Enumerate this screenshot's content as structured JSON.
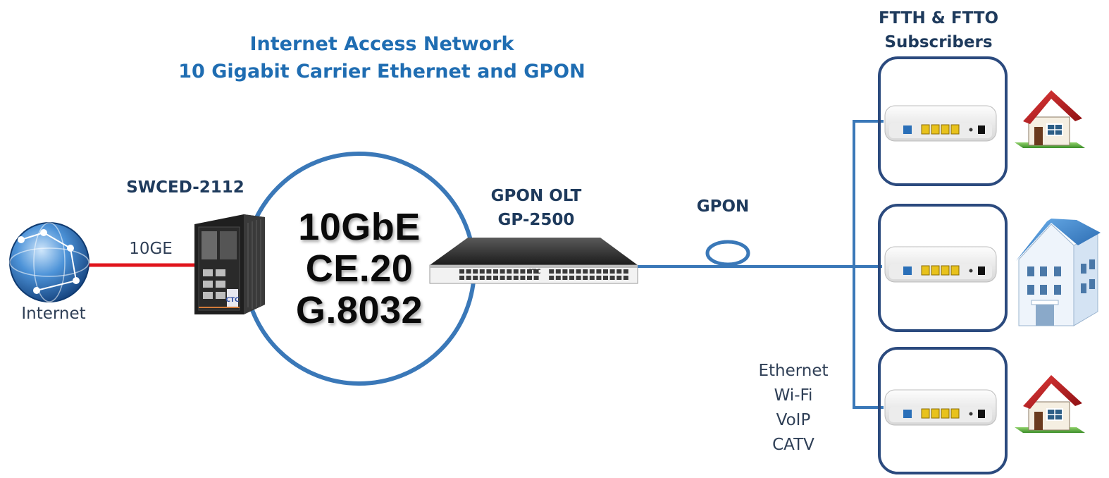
{
  "title": {
    "line1": "Internet Access Network",
    "line2": "10 Gigabit Carrier Ethernet  and  GPON"
  },
  "nodes": {
    "internet": {
      "label": "Internet",
      "icon": "globe-icon"
    },
    "switch": {
      "label": "SWCED-2112",
      "icon": "industrial-switch-icon"
    },
    "olt": {
      "label_line1": "GPON OLT",
      "label_line2": "GP-2500",
      "icon": "rack-olt-icon"
    },
    "subscribers": {
      "label_line1": "FTTH & FTTO",
      "label_line2": "Subscribers"
    }
  },
  "links": {
    "uplink": {
      "label": "10GE",
      "color": "#e0141c"
    },
    "pon": {
      "label": "GPON",
      "color": "#3a78b8"
    }
  },
  "ring": {
    "line1": "10GbE",
    "line2": "CE.20",
    "line3": "G.8032",
    "color": "#3a78b8"
  },
  "services": [
    "Ethernet",
    "Wi-Fi",
    "VoIP",
    "CATV"
  ],
  "onts": [
    {
      "icon": "ont-router-icon",
      "premise_icon": "house-icon"
    },
    {
      "icon": "ont-router-icon",
      "premise_icon": "office-building-icon"
    },
    {
      "icon": "ont-router-icon",
      "premise_icon": "house-icon"
    }
  ],
  "colors": {
    "accent": "#1f6db2",
    "box_border": "#2b4a7e",
    "label": "#1e3a5c"
  }
}
